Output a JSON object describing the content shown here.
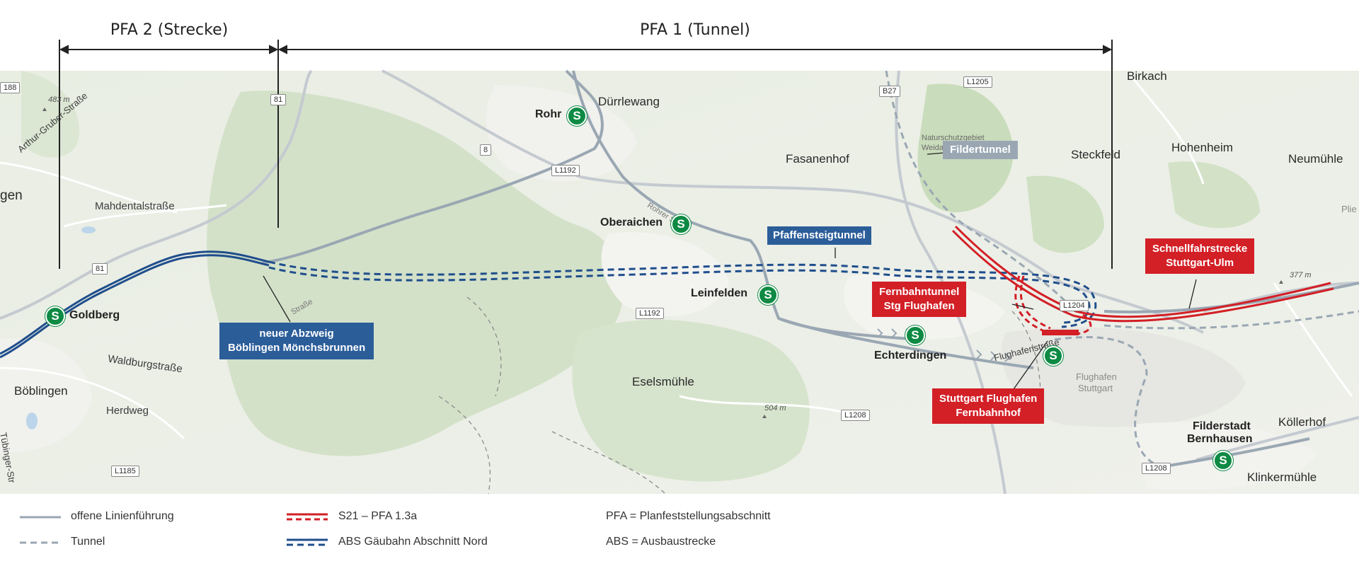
{
  "pfa_sections": [
    {
      "label": "PFA 2 (Strecke)"
    },
    {
      "label": "PFA 1 (Tunnel)"
    }
  ],
  "places": {
    "roehr": "Rohr",
    "duerrlewang": "Dürrlewang",
    "fasanenhof": "Fasanenhof",
    "birkach": "Birkach",
    "steckfeld": "Steckfeld",
    "hohenheim": "Hohenheim",
    "neumuehle": "Neumühle",
    "oberaichen": "Oberaichen",
    "leinfelden": "Leinfelden",
    "echterdingen": "Echterdingen",
    "goldberg": "Goldberg",
    "boeblingen": "Böblingen",
    "herdweg": "Herdweg",
    "eselsmuehle": "Eselsmühle",
    "filderstadt": "Filderstadt",
    "bernhausen": "Bernhausen",
    "koellerhof": "Köllerhof",
    "klinkermuehle": "Klinkermühle",
    "gen": "gen",
    "flughafen": "Flughafen",
    "stuttgart": "Stuttgart",
    "plie": "Plie"
  },
  "streets": {
    "arthur": "Arthur-Gruber-Straße",
    "mahdental": "Mahdentalstraße",
    "waldburg": "Waldburgstraße",
    "tuebinger": "Tübinger-Str",
    "flughafenstr": "Flughafenstraße",
    "rohrstr": "Rohrer Straße",
    "strasse": "Straße",
    "nsg": "Naturschutzgebiet Weidach Zettachwald"
  },
  "elevations": {
    "e1": "483 m",
    "e2": "504 m",
    "e3": "377 m"
  },
  "road_signs": [
    "188",
    "81",
    "8",
    "L1192",
    "B27",
    "L1205",
    "81",
    "L1192",
    "L1208",
    "L1185",
    "L1208",
    "L1204"
  ],
  "callouts": {
    "fildertunnel": "Fildertunnel",
    "pfaffensteig": "Pfaffensteigtunnel",
    "abzweig_1": "neuer Abzweig",
    "abzweig_2": "Böblingen Mönchsbrunnen",
    "fernbahn_1": "Fernbahntunnel",
    "fernbahn_2": "Stg Flughafen",
    "sfs_1": "Schnellfahrstrecke",
    "sfs_2": "Stuttgart-Ulm",
    "flughafen_1": "Stuttgart Flughafen",
    "flughafen_2": "Fernbahnhof"
  },
  "sbahn_symbol": "S",
  "legend": {
    "open_route": "offene Linienführung",
    "tunnel": "Tunnel",
    "s21": "S21 – PFA 1.3a",
    "abs": "ABS Gäubahn Abschnitt Nord",
    "pfa": "PFA = Planfeststellungsabschnitt",
    "abs_def": "ABS = Ausbaustrecke"
  },
  "colors": {
    "open_route": "#9aa7b3",
    "abs_blue": "#1f4e8c",
    "s21_red": "#d31f26",
    "sbahn_green": "#0d8a43"
  }
}
